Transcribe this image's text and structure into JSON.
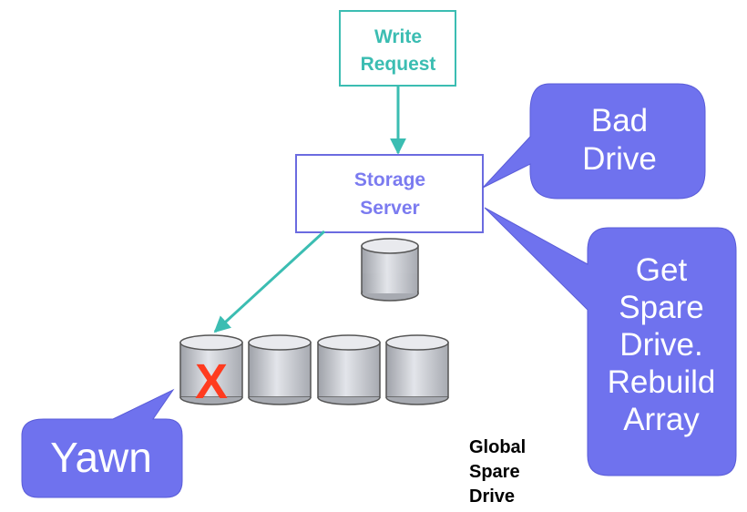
{
  "write_request": {
    "line1": "Write",
    "line2": "Request"
  },
  "storage_server": {
    "line1": "Storage",
    "line2": "Server"
  },
  "callouts": {
    "bad_drive": {
      "line1": "Bad",
      "line2": "Drive"
    },
    "get_spare": {
      "line1": "Get",
      "line2": "Spare",
      "line3": "Drive.",
      "line4": "Rebuild",
      "line5": "Array"
    },
    "yawn": {
      "text": "Yawn"
    }
  },
  "spare_label": {
    "line1": "Global",
    "line2": "Spare",
    "line3": "Drive"
  },
  "failed_marker": "X",
  "colors": {
    "teal": "#3bbdb2",
    "box_border": "#6b6be0",
    "storage_text": "#7b7bf0",
    "bubble": "#6f72ee",
    "drive_gray": "#c4c7ce",
    "x_red": "#ff3b1f"
  }
}
